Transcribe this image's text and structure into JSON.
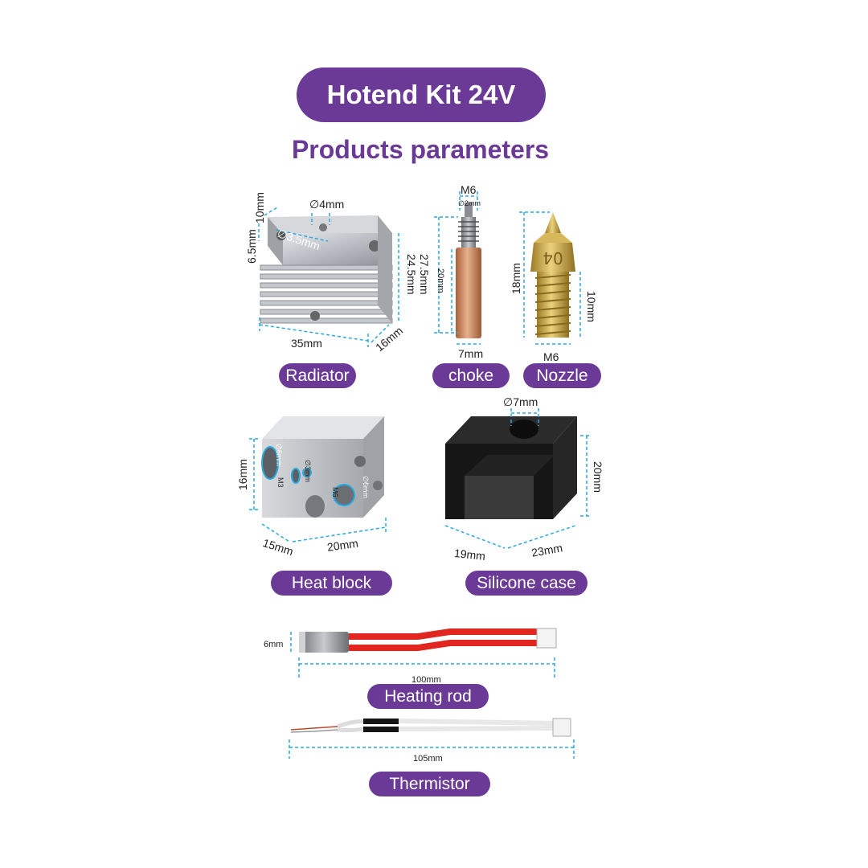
{
  "header": {
    "title": "Hotend Kit 24V",
    "subtitle": "Products parameters"
  },
  "parts": {
    "radiator": {
      "label": "Radiator",
      "dims": [
        "10mm",
        "6.5mm",
        "∅4mm",
        "∅3.5mm",
        "24.5mm",
        "35mm",
        "16mm"
      ]
    },
    "choke": {
      "label": "choke",
      "dims": [
        "M6",
        "∅2mm",
        "27.5mm",
        "20mm",
        "7mm"
      ]
    },
    "nozzle": {
      "label": "Nozzle",
      "dims": [
        "18mm",
        "10mm",
        "M6"
      ],
      "engraving": "04"
    },
    "heat_block": {
      "label": "Heat block",
      "dims": [
        "16mm",
        "15mm",
        "20mm",
        "∅6mm",
        "M3",
        "∅3mm",
        "M6",
        "∅6mm"
      ]
    },
    "silicone_case": {
      "label": "Silicone case",
      "dims": [
        "∅7mm",
        "20mm",
        "19mm",
        "23mm"
      ]
    },
    "heating_rod": {
      "label": "Heating rod",
      "dims": [
        "6mm",
        "100mm"
      ]
    },
    "thermistor": {
      "label": "Thermistor",
      "dims": [
        "105mm"
      ]
    }
  },
  "colors": {
    "accent": "#6a3a96",
    "dimension_line": "#29a9e0",
    "wire_red": "#e0261f",
    "brass": "#c9a240",
    "copper": "#c9835a",
    "silicone": "#1a1a1a"
  }
}
